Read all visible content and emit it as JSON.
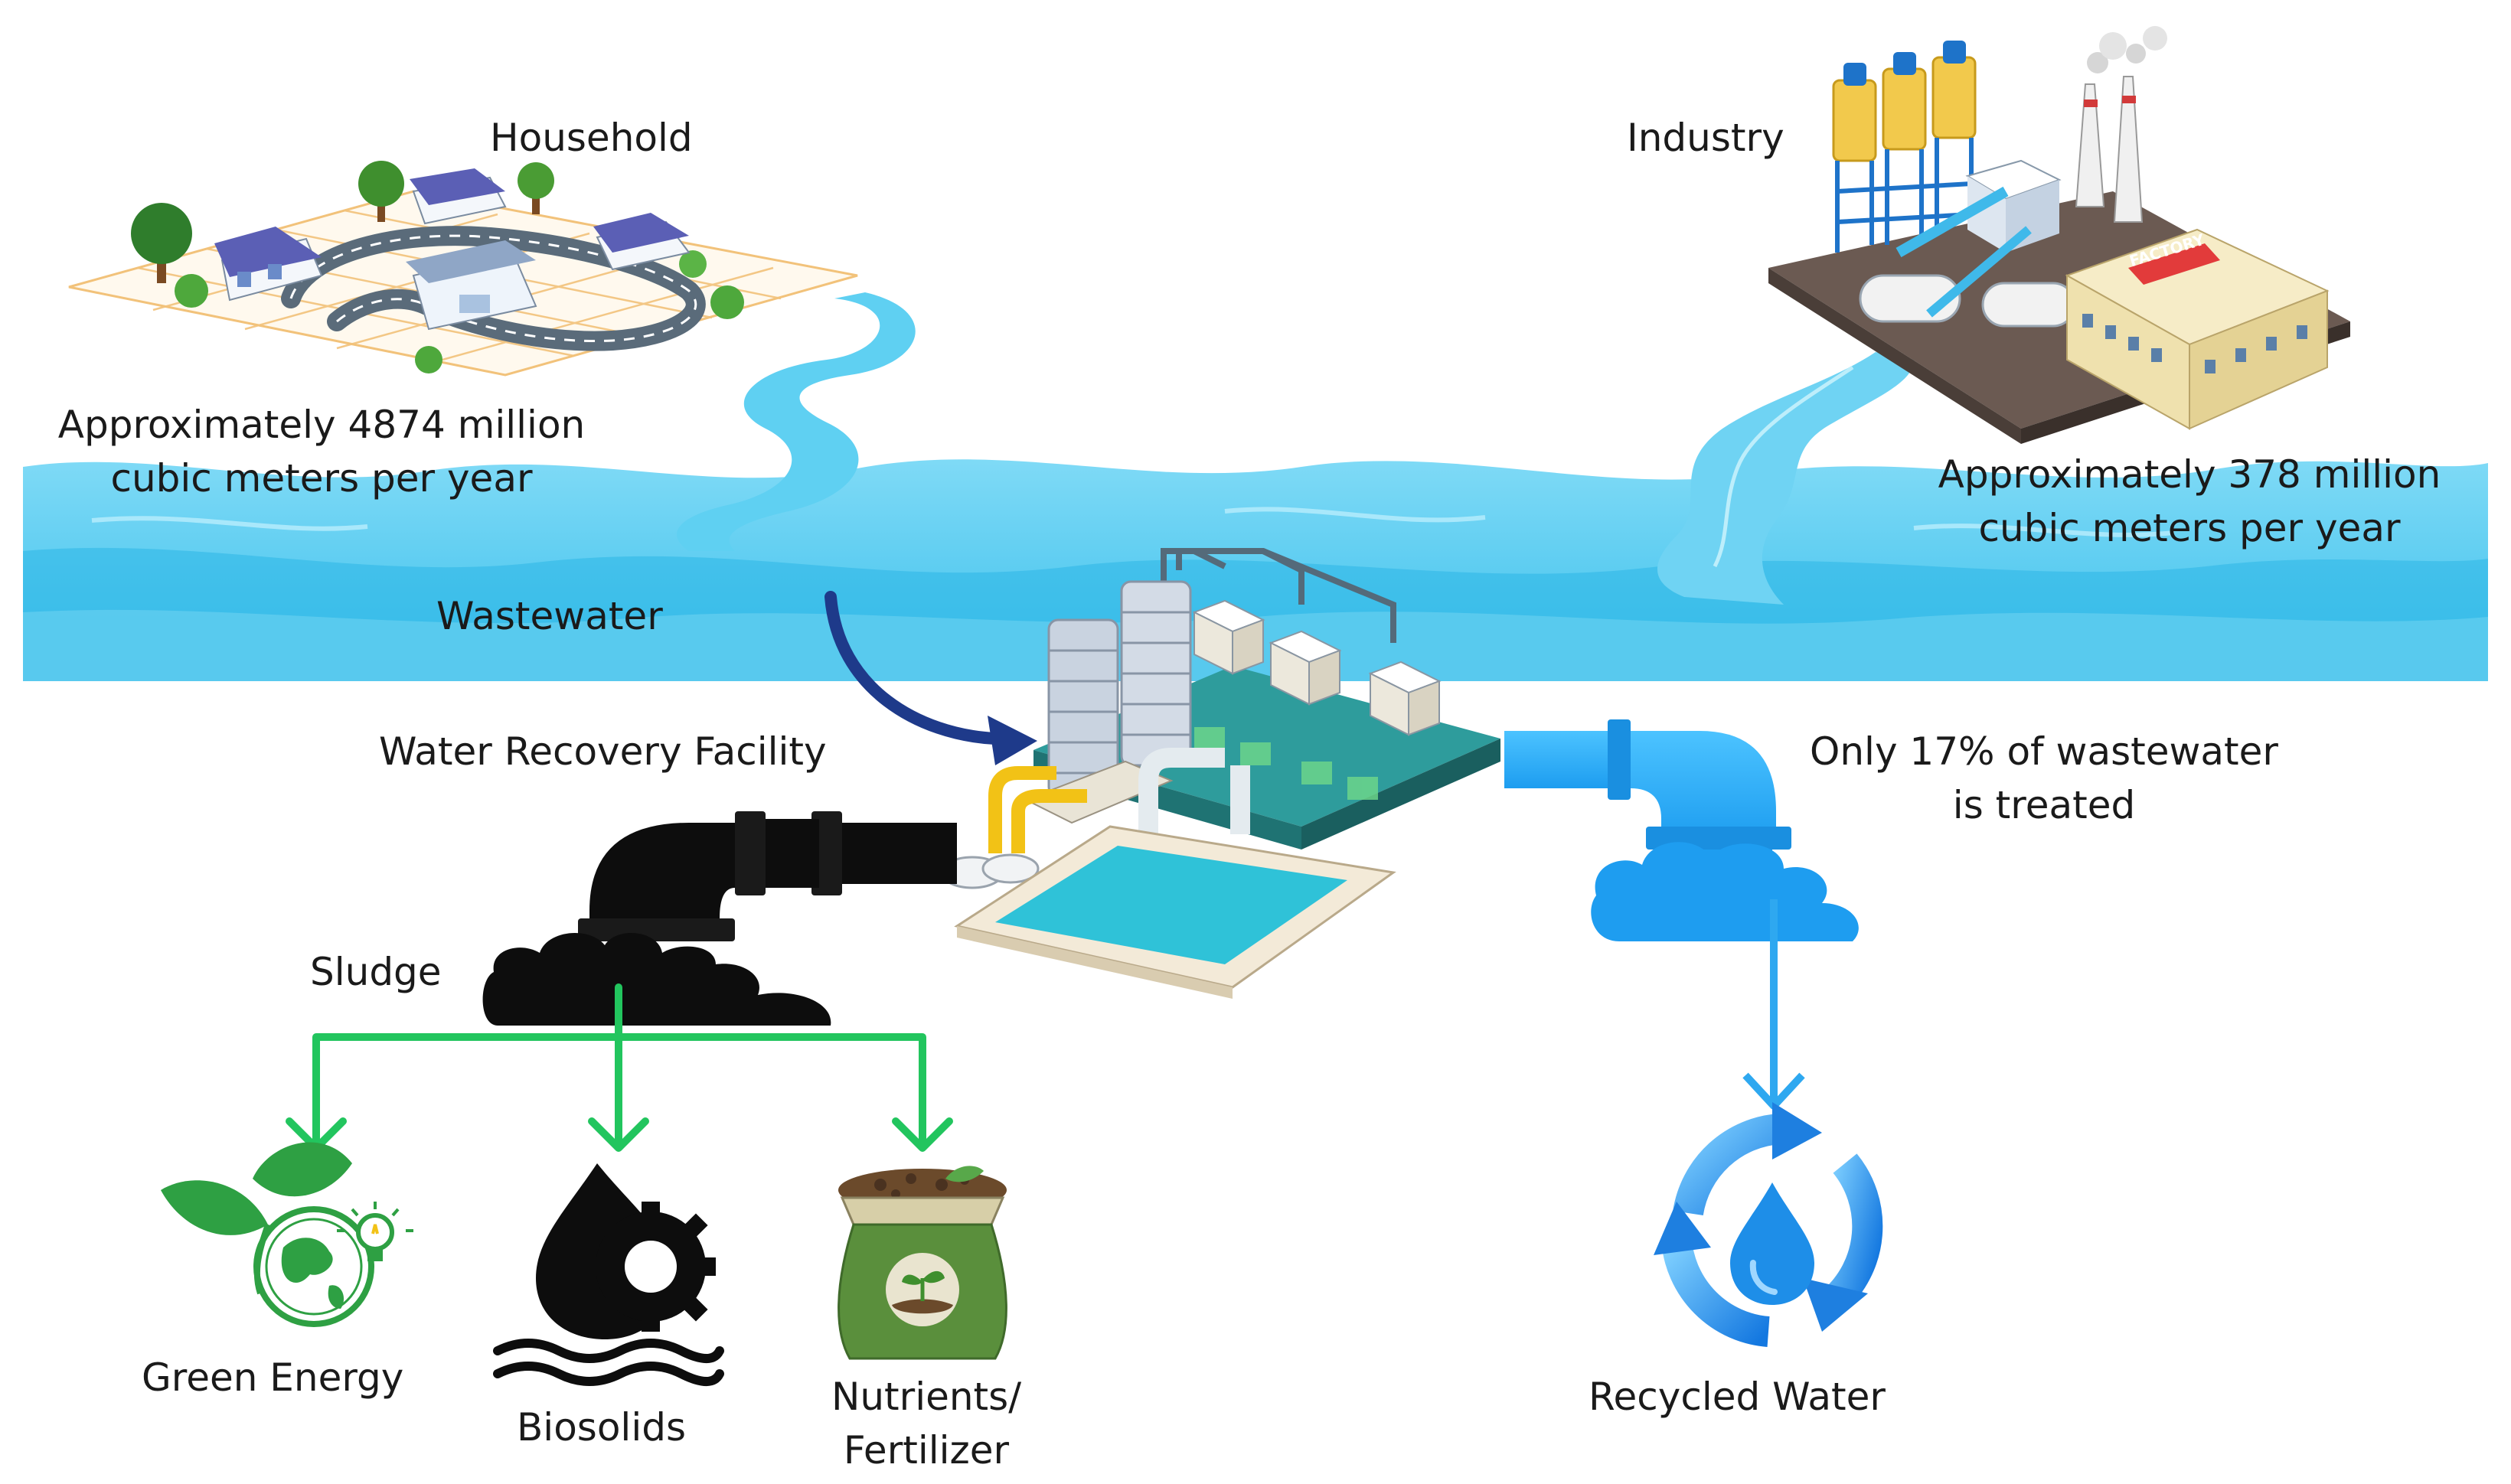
{
  "labels": {
    "household": "Household",
    "household_volume_line1": "Approximately 4874 million",
    "household_volume_line2": "cubic meters per year",
    "industry": "Industry",
    "industry_volume_line1": "Approximately 378 million",
    "industry_volume_line2": "cubic meters per year",
    "wastewater": "Wastewater",
    "water_recovery_facility": "Water Recovery Facility",
    "treated_line1": "Only 17% of wastewater",
    "treated_line2": "is treated",
    "sludge": "Sludge",
    "green_energy": "Green Energy",
    "biosolids": "Biosolids",
    "nutrients_line1": "Nutrients/",
    "nutrients_line2": "Fertilizer",
    "recycled_water": "Recycled Water",
    "factory_sign": "FACTORY"
  },
  "colors": {
    "water_light": "#4fc8ee",
    "water_mid": "#25b4e6",
    "river": "#5fd0f2",
    "sludge": "#0d0d0d",
    "green_arrow": "#22c55e",
    "blue_arrow": "#2ea8f0",
    "dark_blue_arrow": "#1e3a8a",
    "recycled": "#1e90ff",
    "grass_green": "#3da63a"
  },
  "icons": {
    "household": "house-neighborhood-icon",
    "industry": "factory-icon",
    "facility": "water-treatment-plant-icon",
    "green_energy": "leaf-globe-bulb-icon",
    "biosolids": "drop-gear-waves-icon",
    "fertilizer": "fertilizer-sack-icon",
    "recycled": "recycle-water-drop-icon"
  }
}
